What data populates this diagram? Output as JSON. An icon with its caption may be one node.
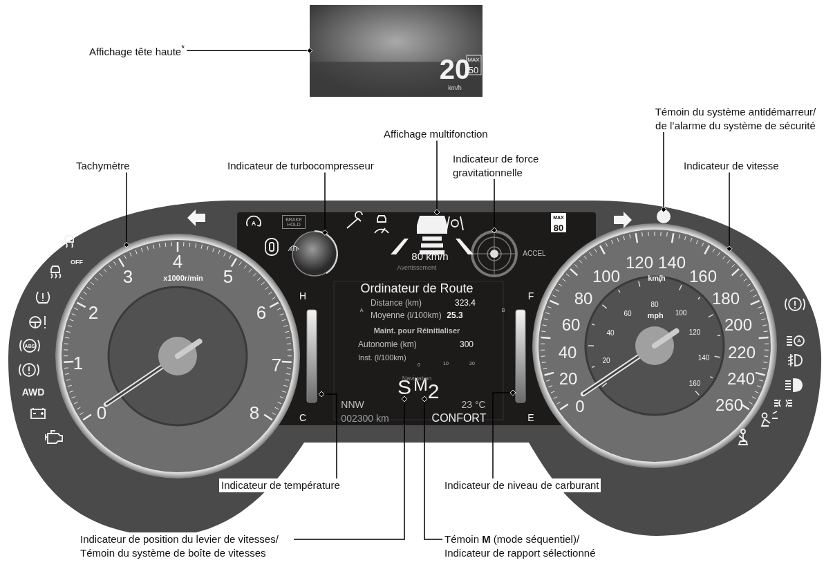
{
  "diagram": {
    "nodes": [
      {
        "text": [
          "Affichage tête haute$^{*}$"
        ]
      },
      {
        "text": [],
        "shape": "picture"
      },
      {
        "text": [
          "Affichage multifonction"
        ]
      },
      {
        "text": [],
        "shape": "box"
      },
      {
        "text": [
          "Tachymètre"
        ]
      },
      {
        "text": [],
        "shape": "circle"
      },
      {
        "text": [
          "Indicateur de turbocompresseur"
        ]
      },
      {
        "text": [],
        "shape": "circle",
        "in": 3
      },
      {
        "text": [
          "Indicateur de force gravitationnelle"
        ]
      },
      {
        "text": [],
        "shape": "circle",
        "in": 3
      },
      {
        "text": [
          "Témoin du système antidémarreur/ de l’alarme du système de sécurité"
        ]
      },
      {
        "text": [],
        "shape": "circle"
      },
      {
        "text": [
          "Indicateur de vitesse"
        ]
      },
      {
        "text": [],
        "shape": "circle"
      },
      {
        "text": [
          "Indicateur de température"
        ]
      },
      {
        "text": [],
        "shape": "bar",
        "in": 3
      },
      {
        "text": [
          "Indicateur de niveau de carburant"
        ]
      },
      {
        "text": [],
        "shape": "bar",
        "in": 3
      },
      {
        "text": [
          "Indicateur de position du levier de vitesses/ Témoin du système de boîte de vitesses"
        ]
      },
      {
        "text": [
          "S"
        ],
        "in": 3
      },
      {
        "text": [
          "Témoin **M** (mode séquentiel)/ Indicateur de rapport sélectionné"
        ]
      },
      {
        "text": [
          "$^{M}$2"
        ],
        "in": 3
      }
    ],
    "edges": [
      {
        "from": 0,
        "to": 1,
        "arrow": "other"
      },
      {
        "from": 2,
        "to": 3,
        "arrow": "other"
      },
      {
        "from": 4,
        "to": 5,
        "arrow": "other"
      },
      {
        "from": 6,
        "to": 7,
        "arrow": "other"
      },
      {
        "from": 8,
        "to": 9,
        "arrow": "other"
      },
      {
        "from": 10,
        "to": 11,
        "arrow": "other"
      },
      {
        "from": 12,
        "to": 13,
        "arrow": "other"
      },
      {
        "from": 14,
        "to": 15,
        "arrow": "other"
      },
      {
        "from": 16,
        "to": 17,
        "arrow": "other"
      },
      {
        "from": 18,
        "to": 19,
        "arrow": "other"
      },
      {
        "from": 20,
        "to": 21,
        "arrow": "other"
      }
    ],
    "labels": [
      "20",
      "km/h",
      "MAX",
      "50",
      "A",
      "BRAKE HOLD",
      "MAX",
      "80",
      "80 km/h",
      "Avertissement",
      "ACCEL",
      "Ordinateur de Route",
      "A",
      "Distance (km)",
      "323.4",
      "B",
      "Moyenne (l/100km)",
      "25.3",
      "Maint. pour Réinitialiser",
      "Autonomie (km)",
      "300",
      "Inst. (l/100km)",
      "0",
      "10",
      "20",
      "Navigation",
      "H",
      "C",
      "F",
      "E",
      "NNW",
      "002300 km",
      "23 °C",
      "CONFORT",
      "0",
      "1",
      "2",
      "3",
      "4",
      "5",
      "6",
      "7",
      "8",
      "x1000r/min",
      "OFF",
      "ABS",
      "AWD",
      "0",
      "20",
      "40",
      "60",
      "80",
      "100",
      "120",
      "140",
      "160",
      "180",
      "200",
      "220",
      "240",
      "260",
      "km/h",
      "20",
      "40",
      "60",
      "80",
      "100",
      "120",
      "140",
      "160",
      "mph",
      "A"
    ]
  }
}
